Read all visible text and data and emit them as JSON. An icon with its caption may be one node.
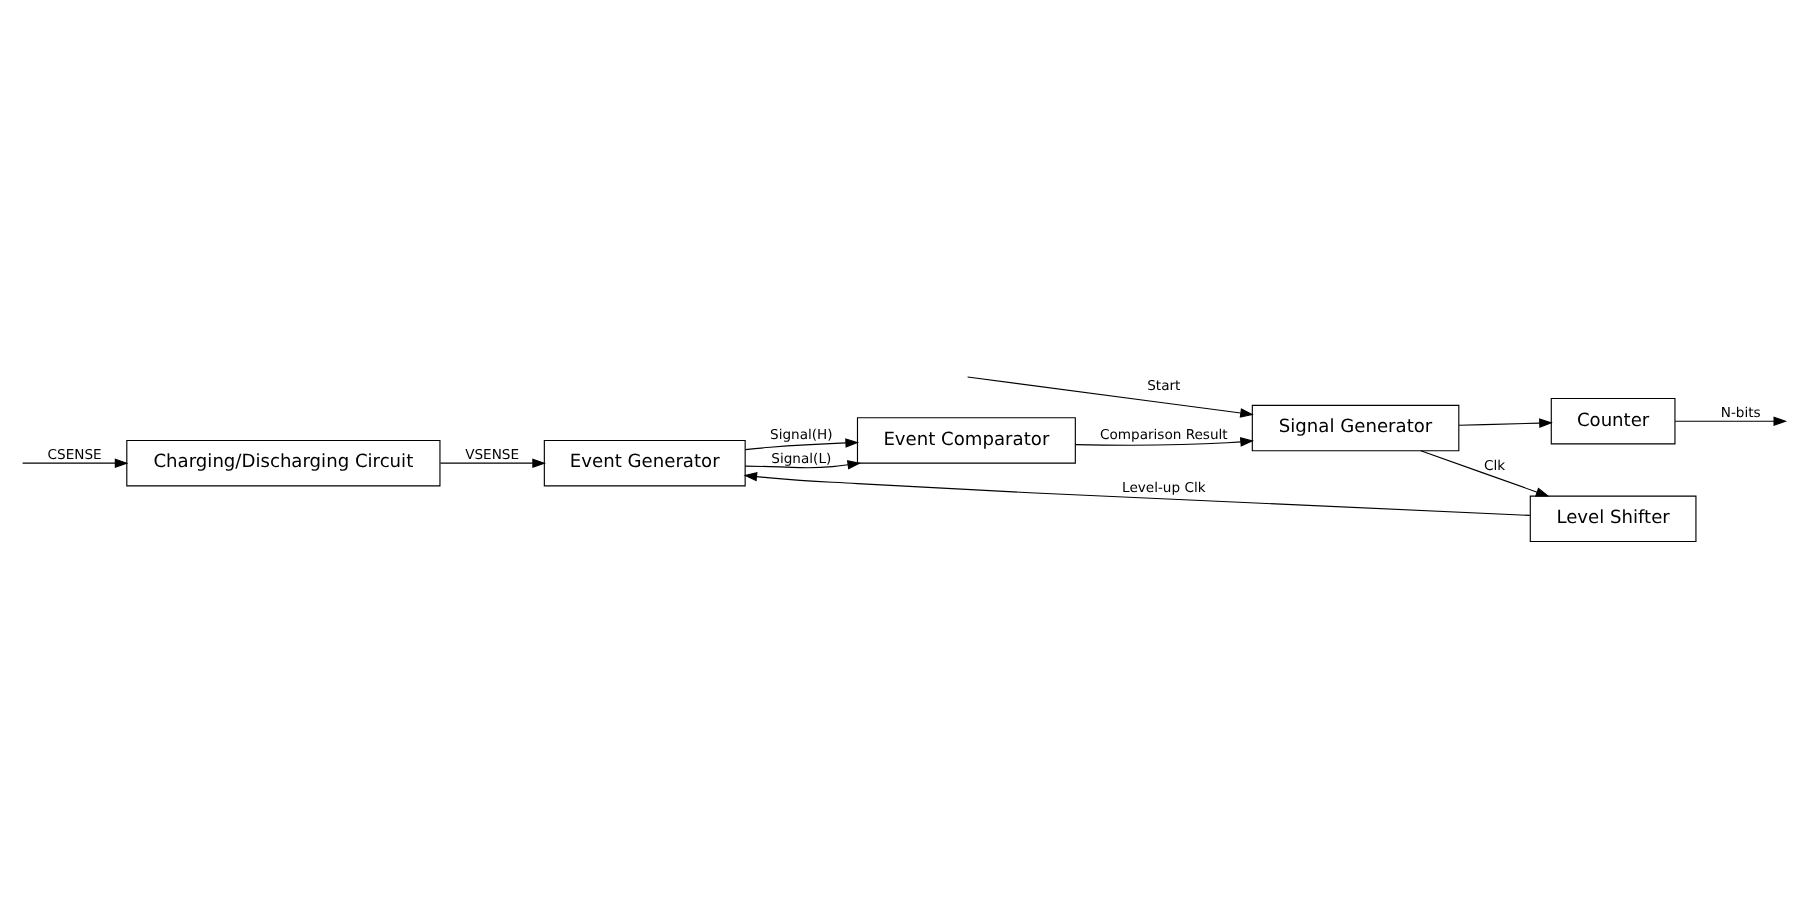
{
  "diagram": {
    "nodes": [
      {
        "text": [
          "Charging/Discharging Circuit"
        ]
      },
      {
        "text": [
          "Event Generator"
        ]
      },
      {
        "text": [
          "Event Comparator"
        ]
      },
      {
        "text": [
          "Signal Generator"
        ]
      },
      {
        "text": [
          "Counter"
        ]
      },
      {
        "text": [
          "Level Shifter"
        ]
      }
    ],
    "edges": [
      {
        "from": null,
        "to": 0,
        "arrow": "to",
        "label": "CSENSE"
      },
      {
        "from": 0,
        "to": 1,
        "arrow": "to",
        "label": "VSENSE"
      },
      {
        "from": 1,
        "to": 2,
        "arrow": "to",
        "label": "Signal(H)"
      },
      {
        "from": 1,
        "to": 2,
        "arrow": "to",
        "label": "Signal(L)"
      },
      {
        "from": 2,
        "to": 3,
        "arrow": "to",
        "label": "Comparison Result"
      },
      {
        "from": null,
        "to": 3,
        "arrow": "to",
        "label": "Start"
      },
      {
        "from": 3,
        "to": 4,
        "arrow": "to"
      },
      {
        "from": 4,
        "to": null,
        "arrow": "to",
        "label": "N-bits"
      },
      {
        "from": 3,
        "to": 5,
        "arrow": "to",
        "label": "Clk"
      },
      {
        "from": 5,
        "to": 1,
        "arrow": "to",
        "label": "Level-up Clk"
      }
    ]
  }
}
